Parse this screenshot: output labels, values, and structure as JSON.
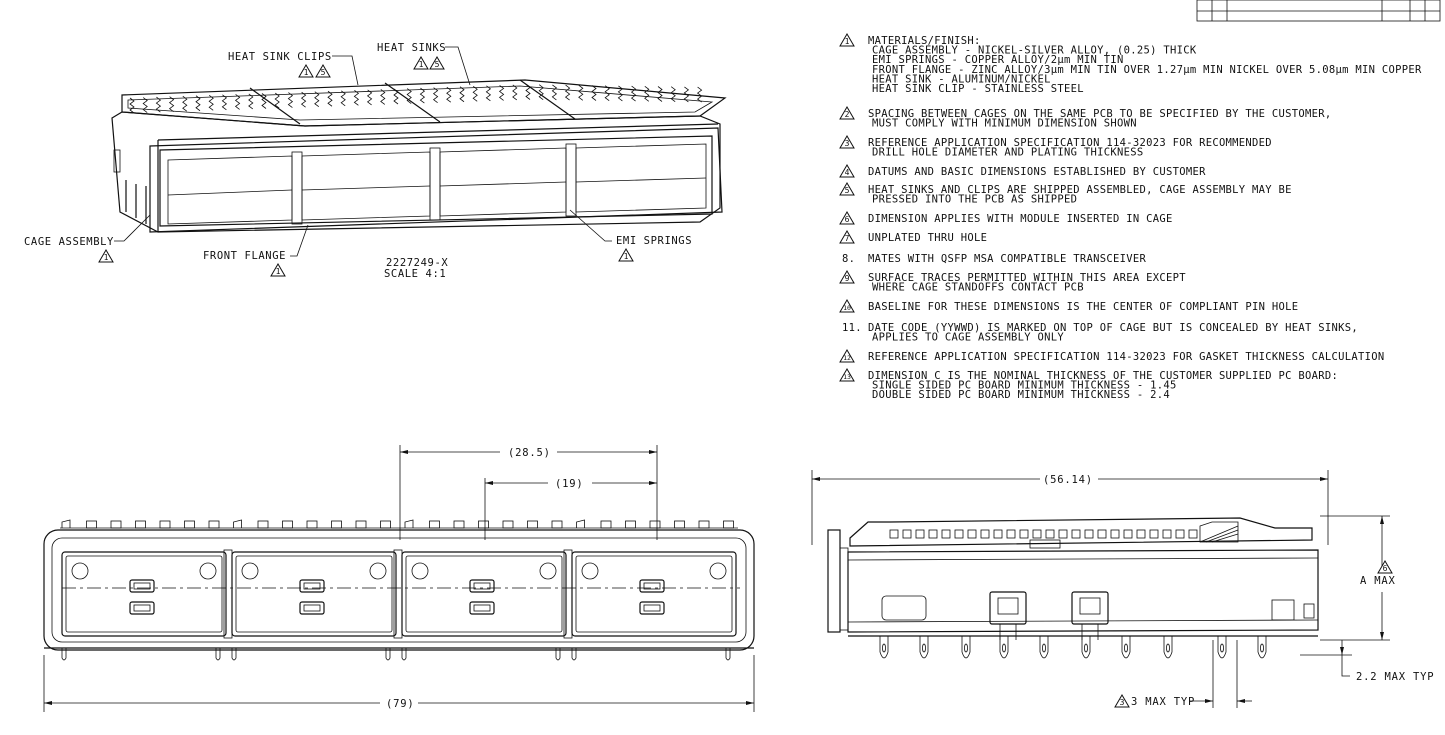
{
  "title_block": {
    "cells": [
      "",
      "",
      "",
      "",
      "",
      ""
    ]
  },
  "notes": [
    {
      "marker": "1",
      "style": "triangle",
      "lines": [
        "MATERIALS/FINISH:",
        "CAGE ASSEMBLY - NICKEL-SILVER ALLOY, (0.25) THICK",
        "EMI SPRINGS - COPPER ALLOY/2μm MIN TIN",
        "FRONT FLANGE - ZINC ALLOY/3μm MIN TIN OVER 1.27μm MIN NICKEL OVER 5.08μm MIN COPPER",
        "HEAT SINK - ALUMINUM/NICKEL",
        "HEAT SINK CLIP - STAINLESS STEEL"
      ]
    },
    {
      "marker": "2",
      "style": "triangle",
      "lines": [
        "SPACING BETWEEN CAGES ON THE SAME PCB TO BE SPECIFIED BY THE CUSTOMER,",
        "MUST COMPLY WITH MINIMUM DIMENSION SHOWN"
      ]
    },
    {
      "marker": "3",
      "style": "triangle",
      "lines": [
        "REFERENCE APPLICATION SPECIFICATION 114-32023 FOR RECOMMENDED",
        "DRILL HOLE DIAMETER AND PLATING THICKNESS"
      ]
    },
    {
      "marker": "4",
      "style": "triangle",
      "lines": [
        "DATUMS AND BASIC DIMENSIONS ESTABLISHED BY CUSTOMER"
      ]
    },
    {
      "marker": "5",
      "style": "triangle",
      "lines": [
        "HEAT SINKS AND CLIPS ARE SHIPPED ASSEMBLED, CAGE ASSEMBLY MAY BE",
        "PRESSED INTO THE PCB AS SHIPPED"
      ]
    },
    {
      "marker": "6",
      "style": "triangle",
      "lines": [
        "DIMENSION APPLIES WITH MODULE INSERTED IN CAGE"
      ]
    },
    {
      "marker": "7",
      "style": "triangle",
      "lines": [
        "UNPLATED THRU HOLE"
      ]
    },
    {
      "marker": "8.",
      "style": "plain",
      "lines": [
        "MATES WITH QSFP MSA COMPATIBLE TRANSCEIVER"
      ]
    },
    {
      "marker": "9",
      "style": "triangle",
      "lines": [
        "SURFACE TRACES PERMITTED WITHIN THIS AREA EXCEPT",
        "WHERE CAGE STANDOFFS CONTACT PCB"
      ]
    },
    {
      "marker": "10",
      "style": "triangle",
      "lines": [
        "BASELINE FOR THESE DIMENSIONS IS THE CENTER OF COMPLIANT PIN HOLE"
      ]
    },
    {
      "marker": "11.",
      "style": "plain",
      "lines": [
        "DATE CODE (YYWWD) IS MARKED ON TOP OF CAGE BUT IS CONCEALED BY HEAT SINKS,",
        "APPLIES TO CAGE ASSEMBLY ONLY"
      ]
    },
    {
      "marker": "12",
      "style": "triangle",
      "lines": [
        "REFERENCE APPLICATION SPECIFICATION 114-32023 FOR GASKET THICKNESS CALCULATION"
      ]
    },
    {
      "marker": "13",
      "style": "triangle",
      "lines": [
        "DIMENSION C IS THE NOMINAL THICKNESS OF THE CUSTOMER SUPPLIED PC BOARD:",
        "SINGLE SIDED PC BOARD MINIMUM THICKNESS - 1.45",
        "DOUBLE SIDED PC BOARD MINIMUM THICKNESS - 2.4"
      ]
    }
  ],
  "iso_view": {
    "labels": {
      "heat_sink_clips": "HEAT SINK CLIPS",
      "heat_sink_clips_refs": [
        "1",
        "5"
      ],
      "heat_sinks": "HEAT SINKS",
      "heat_sinks_refs": [
        "1",
        "5"
      ],
      "cage_assembly": "CAGE ASSEMBLY",
      "cage_assembly_ref": "1",
      "front_flange": "FRONT FLANGE",
      "front_flange_ref": "1",
      "emi_springs": "EMI SPRINGS",
      "emi_springs_ref": "1"
    },
    "part_number": "2227249-X",
    "scale": "SCALE  4:1"
  },
  "front_view": {
    "dims": {
      "overall_width": "(79)",
      "pitch_a": "(28.5)",
      "pitch_b": "(19)"
    }
  },
  "side_view": {
    "dims": {
      "length": "(56.14)",
      "height": "A MAX",
      "height_ref": "6",
      "standoff": "2.2 MAX TYP",
      "pin_spacing": "3 MAX TYP",
      "pin_spacing_ref": "3"
    }
  }
}
